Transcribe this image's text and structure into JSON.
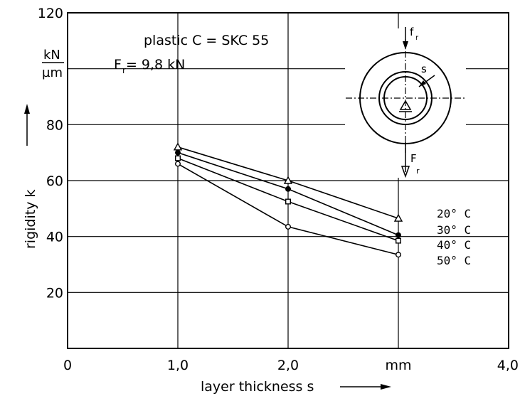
{
  "chart_data": {
    "type": "line",
    "annotations": {
      "material": "plastic  C  =  SKC 55",
      "force": "F  = 9,8 kN",
      "force_subscript": "r"
    },
    "xlabel": "layer thickness s",
    "ylabel": "rigidity k",
    "y_unit_numerator": "kN",
    "y_unit_denominator": "µm",
    "x_unit": "mm",
    "xlim": [
      0,
      4.0
    ],
    "ylim": [
      0,
      120
    ],
    "x_ticks": [
      {
        "value": 0,
        "label": "0"
      },
      {
        "value": 1,
        "label": "1,0"
      },
      {
        "value": 2,
        "label": "2,0"
      },
      {
        "value": 3,
        "label": "mm"
      },
      {
        "value": 4,
        "label": "4,0"
      }
    ],
    "y_ticks": [
      {
        "value": 20,
        "label": "20"
      },
      {
        "value": 40,
        "label": "40"
      },
      {
        "value": 60,
        "label": "60"
      },
      {
        "value": 80,
        "label": "80"
      },
      {
        "value": 120,
        "label": "120"
      }
    ],
    "grid": true,
    "x": [
      1.0,
      2.0,
      3.0
    ],
    "series": [
      {
        "name": "20° C",
        "marker": "triangle",
        "values": [
          72,
          60,
          46.5
        ]
      },
      {
        "name": "30° C",
        "marker": "filled-circle",
        "values": [
          70,
          57,
          40.5
        ]
      },
      {
        "name": "40° C",
        "marker": "square",
        "values": [
          68,
          52.5,
          38.5
        ]
      },
      {
        "name": "50° C",
        "marker": "open-circle",
        "values": [
          66,
          43.5,
          33.5
        ]
      }
    ],
    "legend_position": "right of line ends",
    "inset_labels": {
      "top_force": "f",
      "top_force_sub": "r",
      "bottom_force": "F",
      "bottom_force_sub": "r",
      "thickness": "s"
    }
  }
}
